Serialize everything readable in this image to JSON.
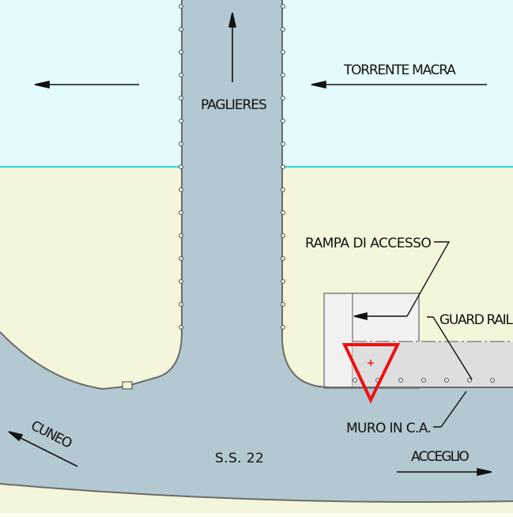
{
  "labels": {
    "river": "TORRENTE MACRA",
    "paglieres": "PAGLIERES",
    "ramp": "RAMPA DI ACCESSO",
    "guard_rail": "GUARD RAIL",
    "wall": "MURO IN C.A.",
    "cuneo": "CUNEO",
    "road": "S.S. 22",
    "acceglio": "ACCEGLIO"
  },
  "colors": {
    "river": "#e4fafd",
    "river_edge": "#2fd3de",
    "land": "#f4f6dc",
    "road": "#b3c8d0",
    "road_edge": "#6b6b6b",
    "ramp": "#f1f1f1",
    "marker": "#ee1111"
  },
  "icons": {
    "warning_marker": "warning-triangle-icon"
  }
}
